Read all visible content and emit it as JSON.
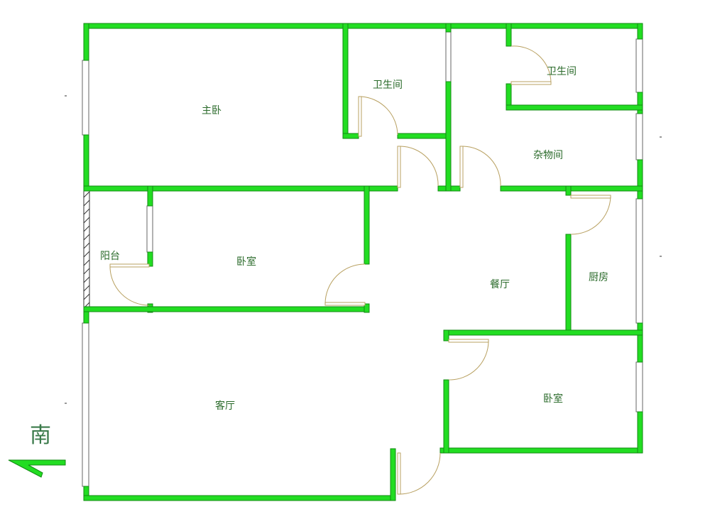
{
  "rooms": {
    "master_bedroom": "主卧",
    "bathroom_1": "卫生间",
    "bathroom_2": "卫生间",
    "storage": "杂物间",
    "balcony": "阳台",
    "bedroom_1": "卧室",
    "dining": "餐厅",
    "kitchen": "厨房",
    "living": "客厅",
    "bedroom_2": "卧室"
  },
  "compass": {
    "label": "南"
  },
  "colors": {
    "wall": "#22dd22",
    "text": "#2a6a2a",
    "door": "#b8a060"
  }
}
